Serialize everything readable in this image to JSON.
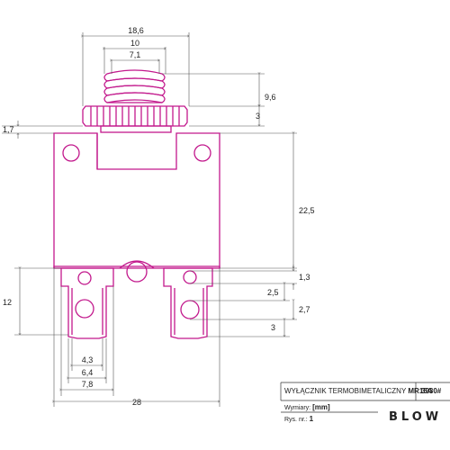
{
  "dims": {
    "w_top": "18,6",
    "w_mid": "10",
    "w_inner": "7,1",
    "h_thread": "9,6",
    "h_nut": "3",
    "h_left": "1,7",
    "h_body": "22,5",
    "h_term": "12",
    "r1": "1,3",
    "r2": "2,5",
    "r3": "2,7",
    "r4": "3",
    "b1": "4,3",
    "b2": "6,4",
    "b3": "7,8",
    "b4": "28"
  },
  "title_block": {
    "product_name": "WYŁĄCZNIK TERMOBIMETALICZNY",
    "model": "MR15A",
    "code": "3930#",
    "units_label": "Wymiary:",
    "units_value": "[mm]",
    "drawing_label": "Rys. nr.:",
    "drawing_value": "1",
    "brand": "BLOW"
  },
  "colors": {
    "part": "#c2188c",
    "dimline": "#555555"
  }
}
